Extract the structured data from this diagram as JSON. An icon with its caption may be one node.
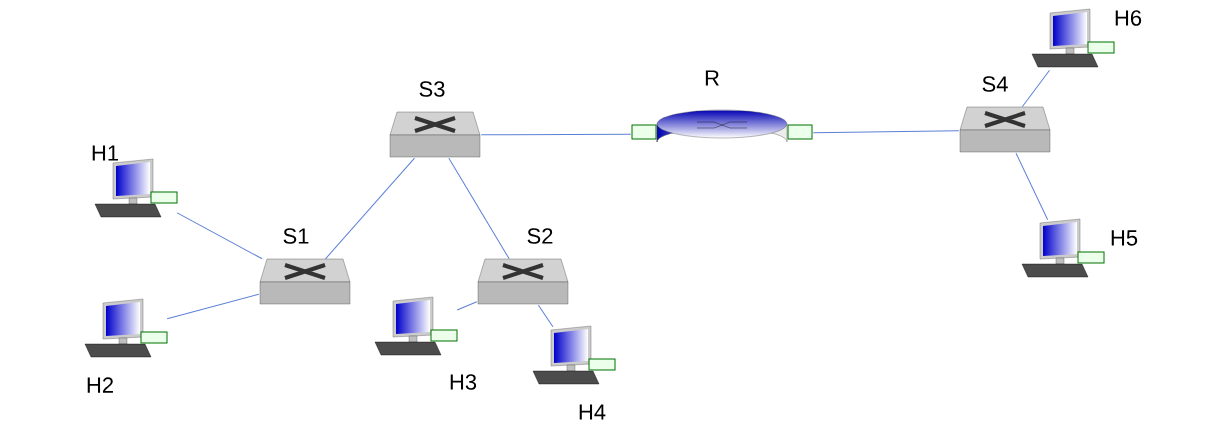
{
  "diagram": {
    "nodes": [
      {
        "text": [
          "H1"
        ]
      },
      {
        "text": [
          "H2"
        ]
      },
      {
        "text": [
          "S1"
        ]
      },
      {
        "text": [
          "S2"
        ]
      },
      {
        "text": [
          "S3"
        ]
      },
      {
        "text": [
          "H3"
        ]
      },
      {
        "text": [
          "H4"
        ]
      },
      {
        "text": [
          "R"
        ]
      },
      {
        "text": [
          "S4"
        ]
      },
      {
        "text": [
          "H5"
        ]
      },
      {
        "text": [
          "H6"
        ]
      }
    ],
    "edges": [
      {
        "from": 0,
        "to": 2,
        "arrow": "none"
      },
      {
        "from": 1,
        "to": 2,
        "arrow": "none"
      },
      {
        "from": 2,
        "to": 4,
        "arrow": "none"
      },
      {
        "from": 4,
        "to": 3,
        "arrow": "none"
      },
      {
        "from": 3,
        "to": 5,
        "arrow": "none"
      },
      {
        "from": 3,
        "to": 6,
        "arrow": "none"
      },
      {
        "from": 4,
        "to": 7,
        "arrow": "none"
      },
      {
        "from": 7,
        "to": 8,
        "arrow": "none"
      },
      {
        "from": 8,
        "to": 9,
        "arrow": "none"
      },
      {
        "from": 8,
        "to": 10,
        "arrow": "none"
      }
    ]
  }
}
